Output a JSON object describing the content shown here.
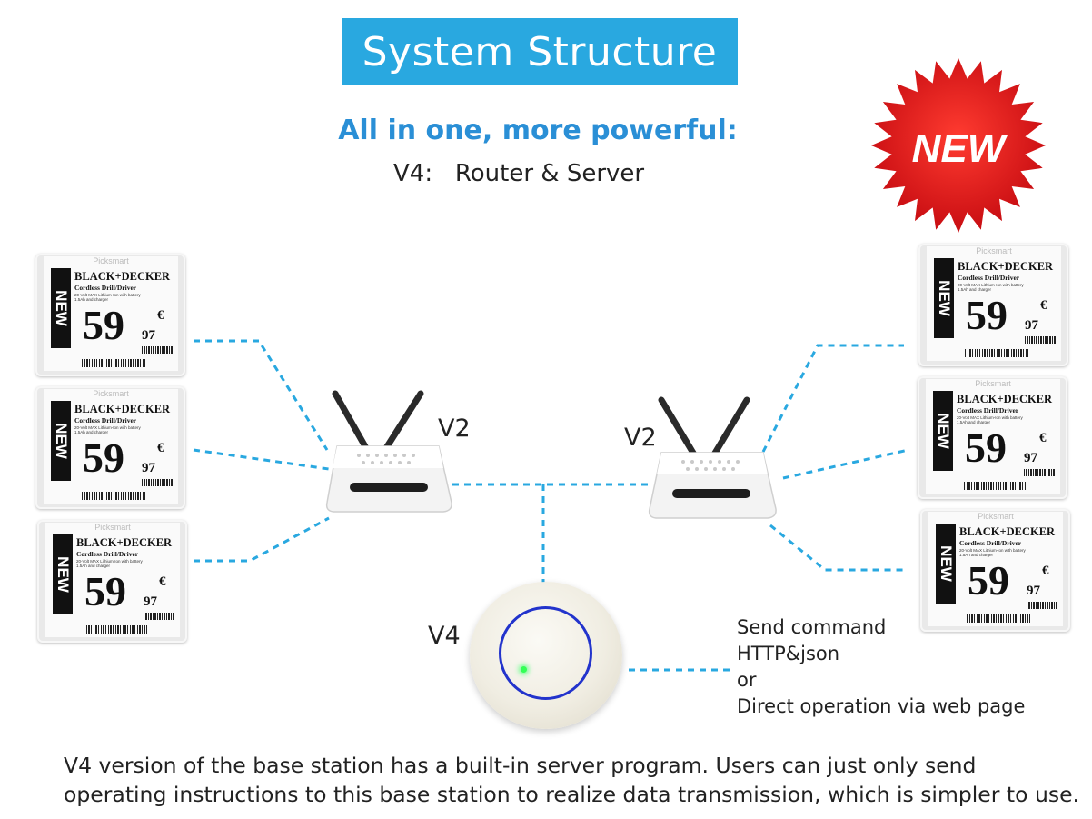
{
  "title": "System Structure",
  "subtitle": "All in one, more powerful:",
  "version_line": "V4:   Router & Server",
  "new_badge": "NEW",
  "routers": [
    {
      "label": "V2"
    },
    {
      "label": "V2"
    }
  ],
  "base_station": {
    "label": "V4"
  },
  "esl": {
    "brand": "Picksmart",
    "badge": "NEW",
    "product": "BLACK+DECKER",
    "description": "Cordless Drill/Driver",
    "details": "20-Volt MAX Lithium-Ion with battery 1.5Ah and charger",
    "price_main": "59",
    "price_cents": "97",
    "currency": "€"
  },
  "command_notes": {
    "line1": "Send command",
    "line2": "HTTP&json",
    "line3": "or",
    "line4": "Direct operation via web page"
  },
  "footer": {
    "line1": "V4 version of the base station has a built-in server program. Users can just only send",
    "line2": "operating instructions to this base station to realize data transmission, which is simpler to use."
  },
  "colors": {
    "title_bg": "#29a8e0",
    "subtitle": "#2a8fd6",
    "dashed_line": "#29a8e0",
    "badge_red": "#e8181c",
    "ring": "#2233cc"
  }
}
